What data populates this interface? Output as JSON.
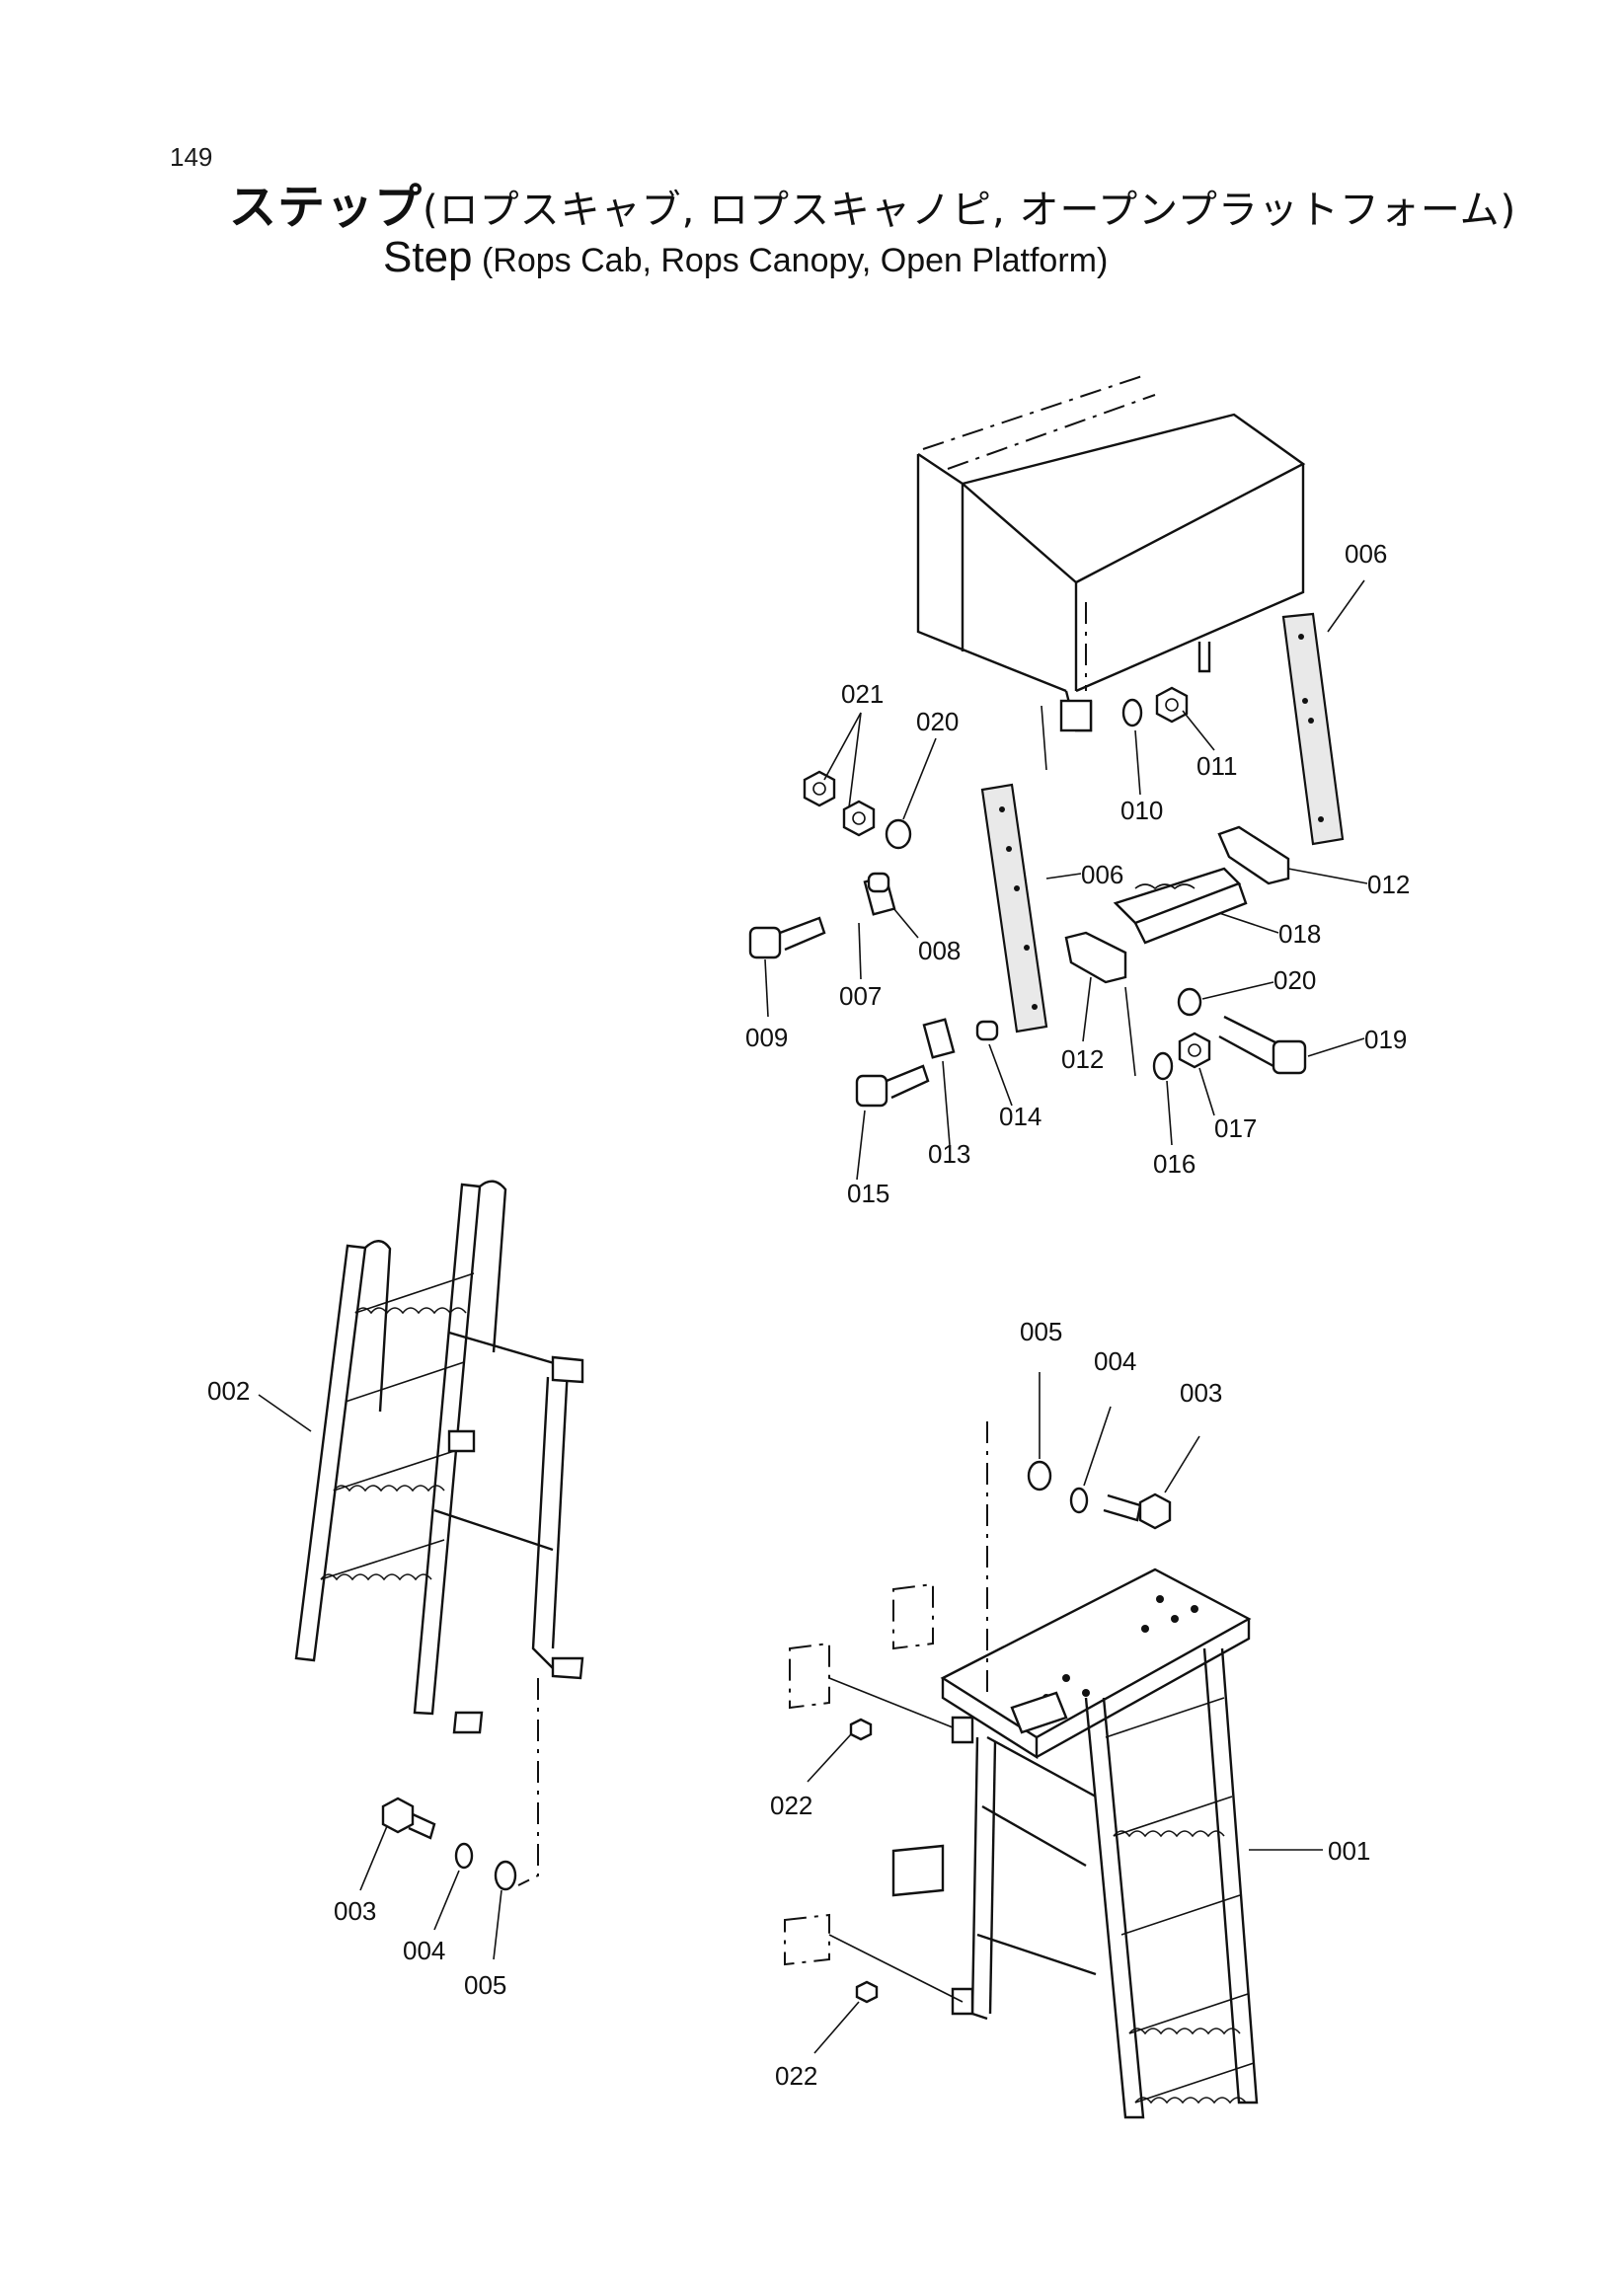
{
  "header": {
    "page_number": "149",
    "title_jp_lead": "ステップ",
    "title_jp_rest": "(ロプスキャブ, ロプスキャノピ, オープンプラットフォーム)",
    "title_en_lead": "Step",
    "title_en_rest": "(Rops Cab, Rops Canopy, Open Platform)"
  },
  "callouts": {
    "c006a": "006",
    "c021": "021",
    "c020a": "020",
    "c010": "010",
    "c011": "011",
    "c006b": "006",
    "c012a": "012",
    "c018": "018",
    "c008": "008",
    "c007": "007",
    "c009": "009",
    "c020b": "020",
    "c019": "019",
    "c012b": "012",
    "c014": "014",
    "c013": "013",
    "c015": "015",
    "c016": "016",
    "c017": "017",
    "c002": "002",
    "c003a": "003",
    "c004a": "004",
    "c005a": "005",
    "c005b": "005",
    "c004b": "004",
    "c003b": "003",
    "c022a": "022",
    "c022b": "022",
    "c001": "001"
  }
}
